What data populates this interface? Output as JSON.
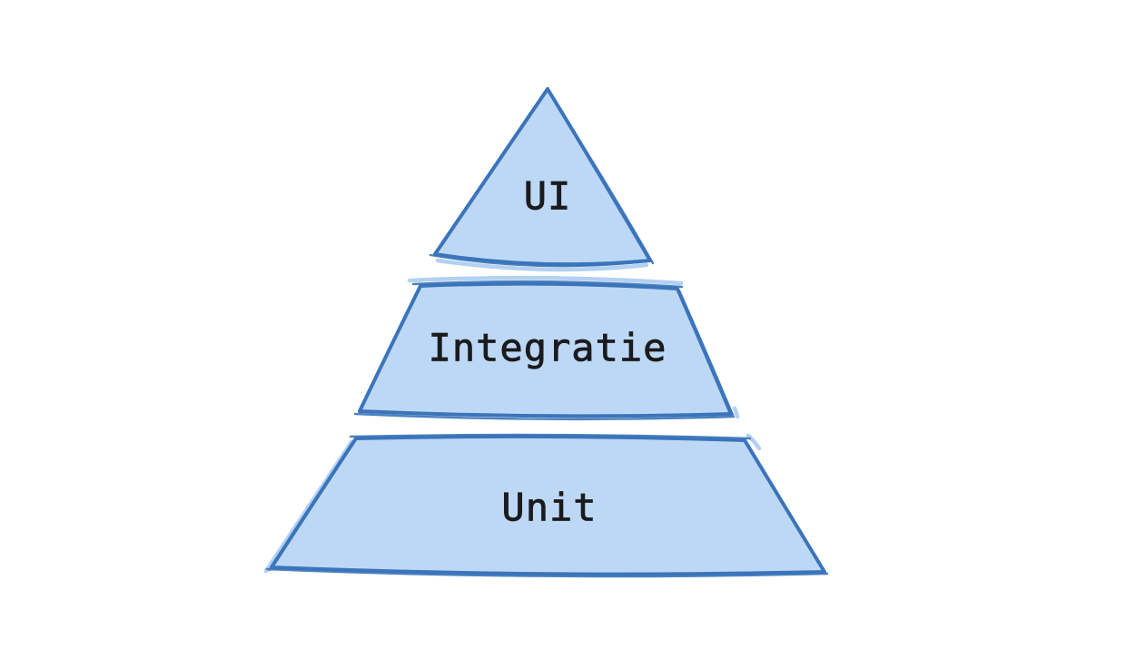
{
  "diagram": {
    "type": "test-pyramid",
    "background": "#ffffff",
    "shape_fill": "#bdd8f5",
    "shape_stroke": "#3b74ba",
    "shape_stroke_light": "#a6c9ee",
    "label_color": "#1b1b1e",
    "layers": [
      {
        "id": "ui",
        "label": "UI",
        "shape": "triangle",
        "position": "top"
      },
      {
        "id": "integration",
        "label": "Integratie",
        "shape": "trapezoid",
        "position": "middle"
      },
      {
        "id": "unit",
        "label": "Unit",
        "shape": "trapezoid",
        "position": "bottom"
      }
    ]
  }
}
